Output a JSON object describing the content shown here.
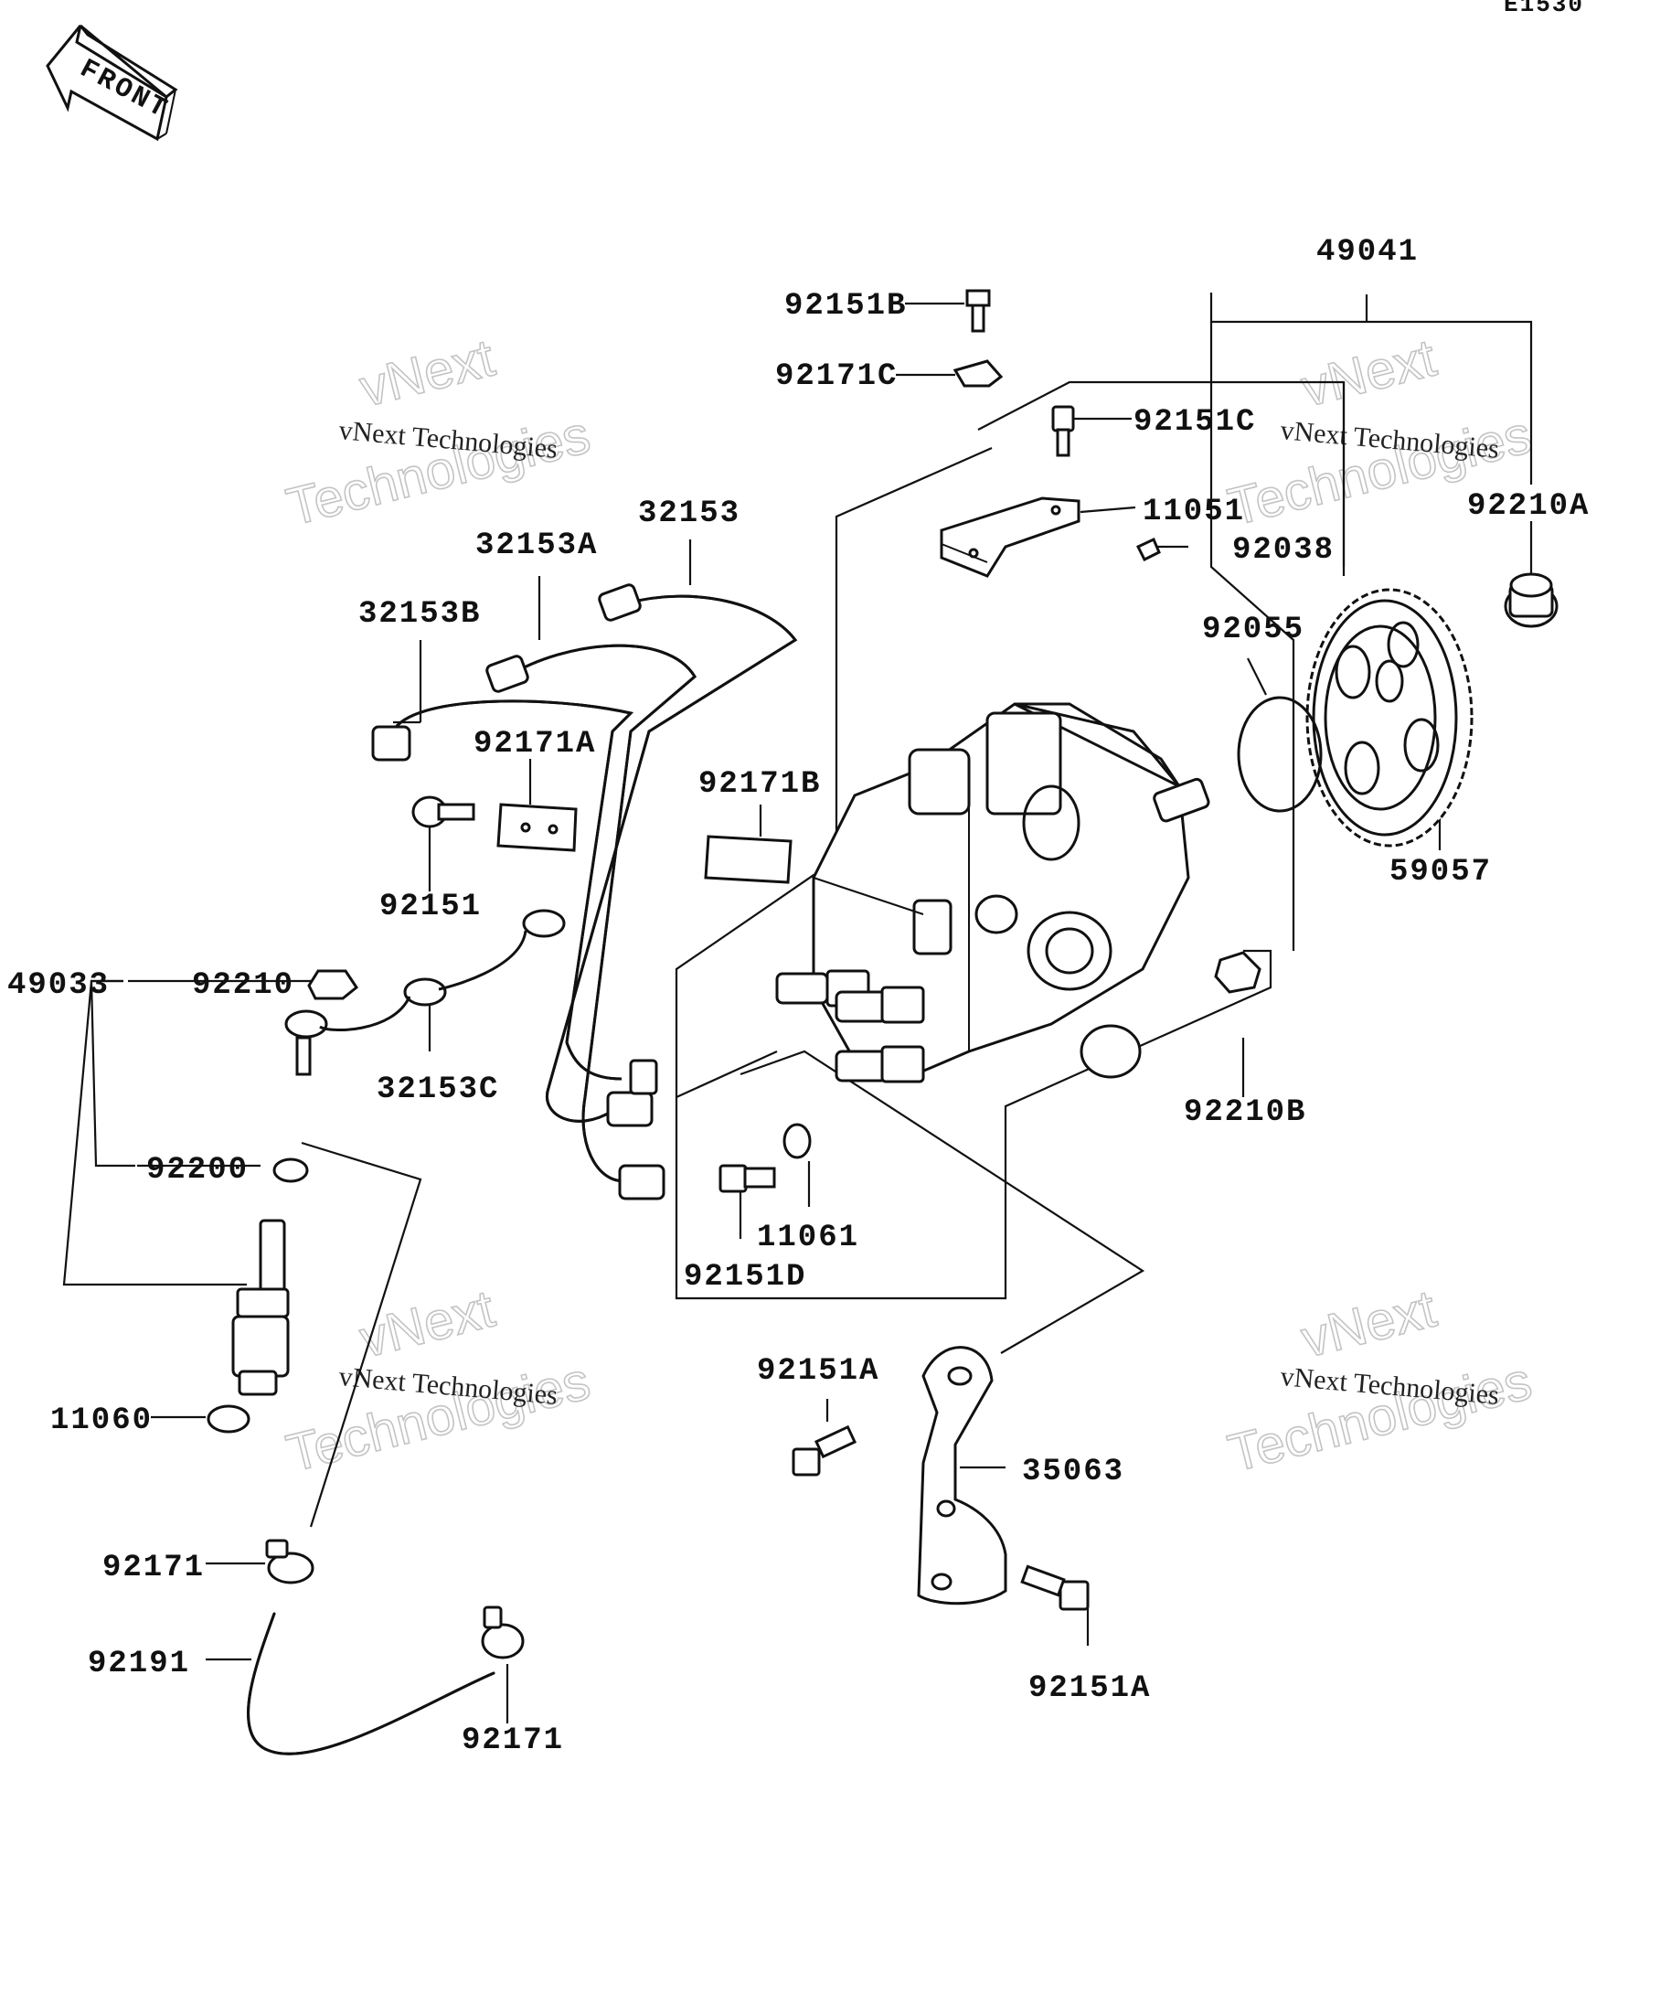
{
  "corner_code": "E1530",
  "front_label": "FRONT",
  "watermark": {
    "line1": "vNext Technologies",
    "line2a": "vNext",
    "line2b": "Technologies"
  },
  "labels": [
    {
      "id": "49041",
      "text": "49041"
    },
    {
      "id": "92151B",
      "text": "92151B"
    },
    {
      "id": "92171C",
      "text": "92171C"
    },
    {
      "id": "92151C",
      "text": "92151C"
    },
    {
      "id": "11051",
      "text": "11051"
    },
    {
      "id": "92038",
      "text": "92038"
    },
    {
      "id": "92210A",
      "text": "92210A"
    },
    {
      "id": "92055",
      "text": "92055"
    },
    {
      "id": "59057",
      "text": "59057"
    },
    {
      "id": "32153",
      "text": "32153"
    },
    {
      "id": "32153A",
      "text": "32153A"
    },
    {
      "id": "32153B",
      "text": "32153B"
    },
    {
      "id": "92171A",
      "text": "92171A"
    },
    {
      "id": "92171B",
      "text": "92171B"
    },
    {
      "id": "92151",
      "text": "92151"
    },
    {
      "id": "49033",
      "text": "49033"
    },
    {
      "id": "92210",
      "text": "92210"
    },
    {
      "id": "32153C",
      "text": "32153C"
    },
    {
      "id": "92200",
      "text": "92200"
    },
    {
      "id": "92210B",
      "text": "92210B"
    },
    {
      "id": "11061",
      "text": "11061"
    },
    {
      "id": "92151D",
      "text": "92151D"
    },
    {
      "id": "92151A_top",
      "text": "92151A"
    },
    {
      "id": "35063",
      "text": "35063"
    },
    {
      "id": "92151A_bottom",
      "text": "92151A"
    },
    {
      "id": "11060",
      "text": "11060"
    },
    {
      "id": "92171_left",
      "text": "92171"
    },
    {
      "id": "92191",
      "text": "92191"
    },
    {
      "id": "92171_bottom",
      "text": "92171"
    }
  ]
}
